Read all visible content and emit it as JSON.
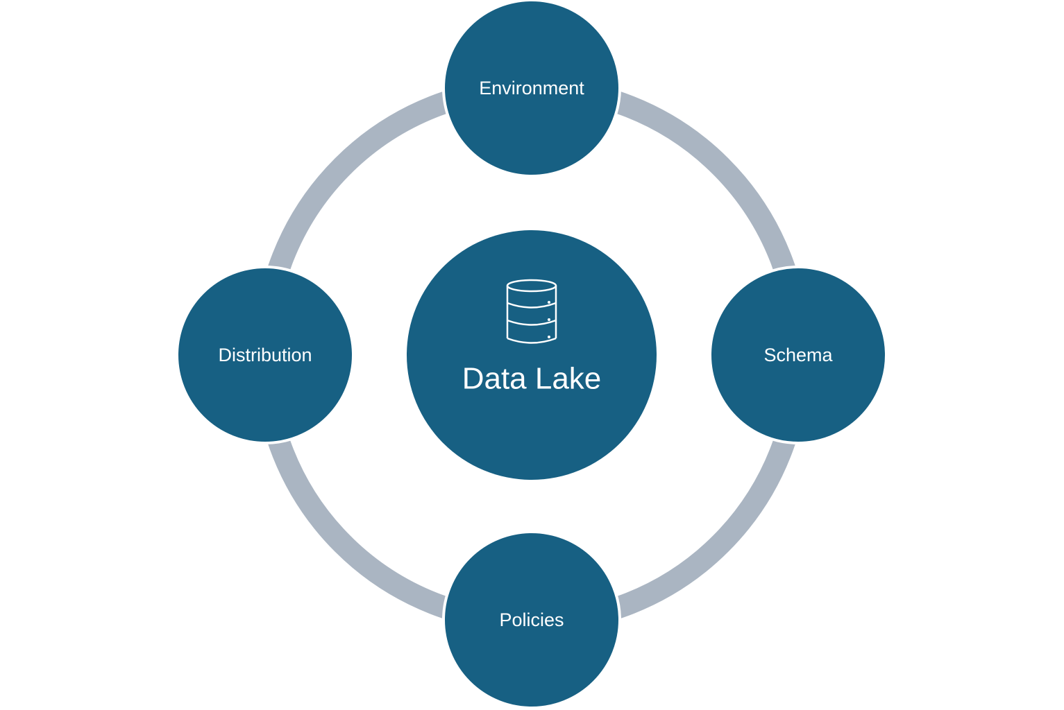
{
  "center": {
    "label": "Data Lake",
    "icon": "database-icon"
  },
  "nodes": {
    "top": {
      "label": "Environment"
    },
    "right": {
      "label": "Schema"
    },
    "bottom": {
      "label": "Policies"
    },
    "left": {
      "label": "Distribution"
    }
  },
  "colors": {
    "node_fill": "#176083",
    "node_stroke": "#ffffff",
    "ring": "#aab5c2",
    "text": "#ffffff",
    "background": "#ffffff"
  }
}
